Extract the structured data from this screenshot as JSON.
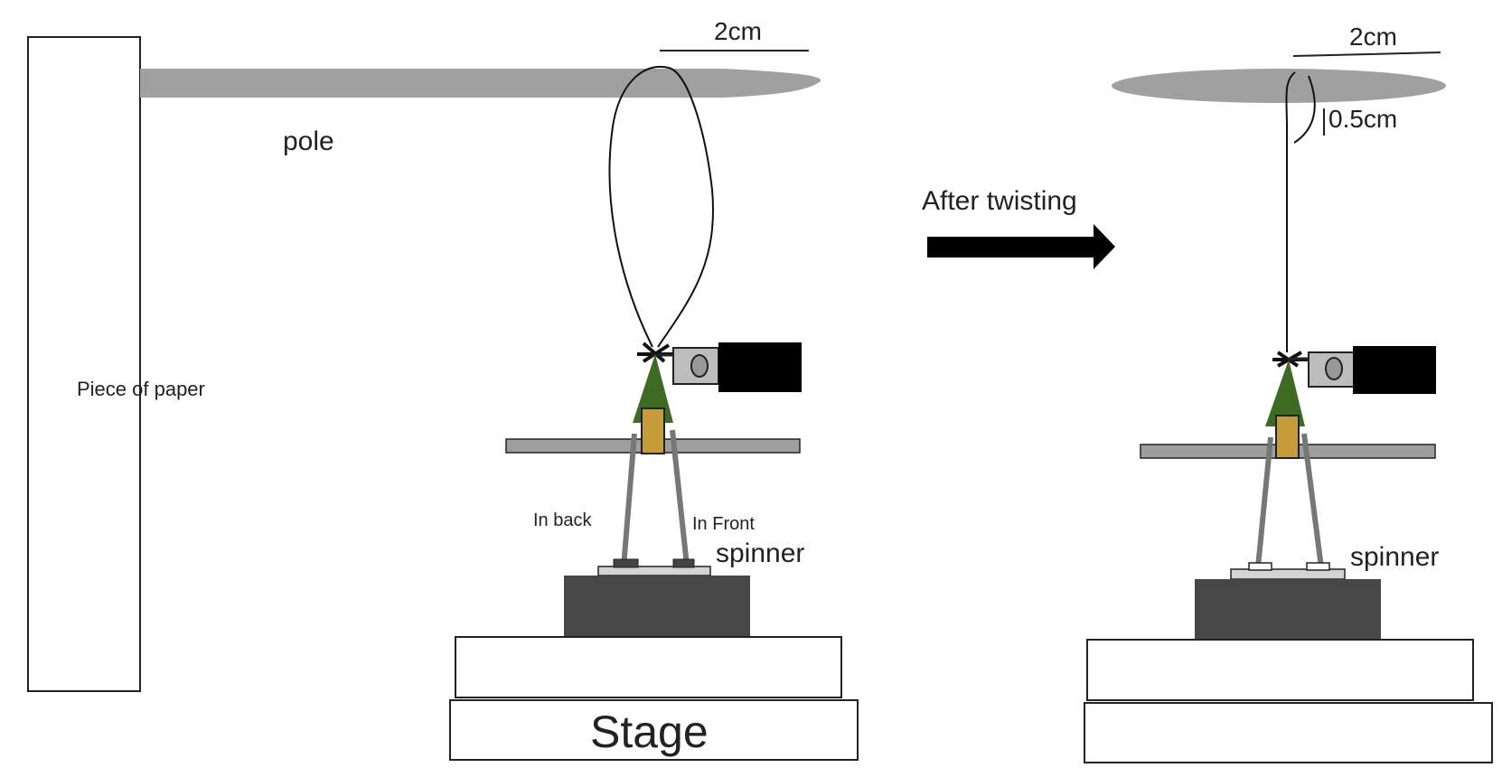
{
  "labels": {
    "paper": "Piece of paper",
    "pole": "pole",
    "scale_left": "2cm",
    "scale_right": "2cm",
    "scale_small": "0.5cm",
    "after": "After twisting",
    "in_back": "In back",
    "in_front": "In Front",
    "spinner_left": "spinner",
    "spinner_right": "spinner",
    "stage": "Stage"
  },
  "colors": {
    "pole": "#a0a0a0",
    "platform": "#9e9e9e",
    "spinner_body": "#474747",
    "stage_fill": "#ffffff",
    "green_piece": "#3e6b23",
    "gold_block": "#c79a3a",
    "clip_black": "#000000",
    "outline": "#222222"
  },
  "icons": {
    "arrow": "right-arrow-icon"
  }
}
